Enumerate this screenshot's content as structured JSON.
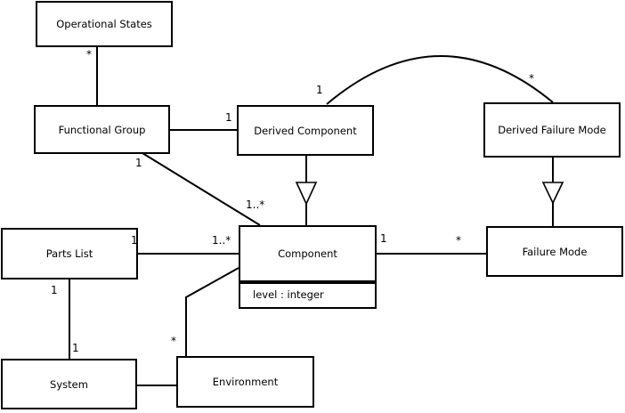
{
  "diagram": {
    "kind": "uml-class-diagram",
    "background_color": "#ffffff",
    "line_color": "#000000",
    "classes": [
      {
        "name": "Operational States"
      },
      {
        "name": "Functional Group"
      },
      {
        "name": "Derived Component"
      },
      {
        "name": "Derived Failure Mode"
      },
      {
        "name": "Parts List"
      },
      {
        "name": "Component",
        "attributes": [
          "level : integer"
        ]
      },
      {
        "name": "Failure Mode"
      },
      {
        "name": "System"
      },
      {
        "name": "Environment"
      }
    ],
    "relationships": [
      {
        "from": "Operational States",
        "to": "Functional Group",
        "type": "association",
        "multiplicity_from": "*"
      },
      {
        "from": "Functional Group",
        "to": "Derived Component",
        "type": "association",
        "multiplicity_to": "1"
      },
      {
        "from": "Functional Group",
        "to": "Component",
        "type": "association",
        "multiplicity_from": "1",
        "multiplicity_to": "1..*"
      },
      {
        "from": "Derived Component",
        "to": "Derived Failure Mode",
        "type": "association",
        "multiplicity_from": "1",
        "multiplicity_to": "*"
      },
      {
        "from": "Derived Component",
        "to": "Component",
        "type": "generalization"
      },
      {
        "from": "Derived Failure Mode",
        "to": "Failure Mode",
        "type": "generalization"
      },
      {
        "from": "Parts List",
        "to": "Component",
        "type": "association",
        "multiplicity_from": "1",
        "multiplicity_to": "1..*"
      },
      {
        "from": "Component",
        "to": "Failure Mode",
        "type": "association",
        "multiplicity_from": "1",
        "multiplicity_to": "*"
      },
      {
        "from": "Parts List",
        "to": "System",
        "type": "association",
        "multiplicity_from": "1",
        "multiplicity_to": "1"
      },
      {
        "from": "Component",
        "to": "Environment",
        "type": "association",
        "multiplicity_to": "*"
      },
      {
        "from": "System",
        "to": "Environment",
        "type": "association"
      }
    ],
    "labels": [
      {
        "text": "*"
      },
      {
        "text": "1"
      },
      {
        "text": "1"
      },
      {
        "text": "*"
      },
      {
        "text": "1"
      },
      {
        "text": "1..*"
      },
      {
        "text": "1"
      },
      {
        "text": "1..*"
      },
      {
        "text": "1"
      },
      {
        "text": "*"
      },
      {
        "text": "1"
      },
      {
        "text": "1"
      },
      {
        "text": "*"
      }
    ]
  }
}
